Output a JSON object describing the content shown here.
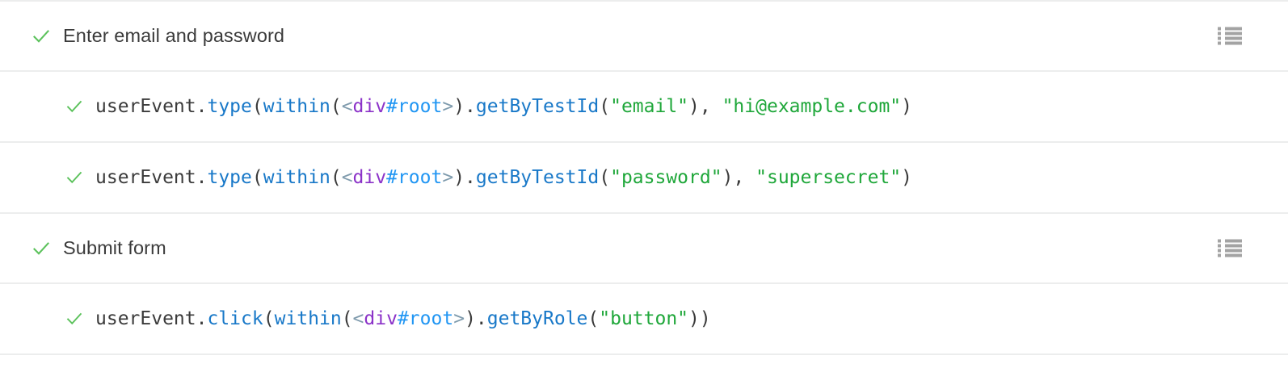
{
  "log": {
    "rows": [
      {
        "kind": "step",
        "status_icon": "check-icon",
        "title": "Enter email and password",
        "has_list_icon": true,
        "list_icon": "bulleted-list-icon"
      },
      {
        "kind": "code",
        "status_icon": "check-icon",
        "has_list_icon": false,
        "tokens": [
          {
            "t": "userEvent.",
            "c": "plain"
          },
          {
            "t": "type",
            "c": "fn"
          },
          {
            "t": "(",
            "c": "plain"
          },
          {
            "t": "within",
            "c": "fn"
          },
          {
            "t": "(",
            "c": "plain"
          },
          {
            "t": "<",
            "c": "bracket"
          },
          {
            "t": "div",
            "c": "tag"
          },
          {
            "t": "#root",
            "c": "id"
          },
          {
            "t": ">",
            "c": "bracket"
          },
          {
            "t": ").",
            "c": "plain"
          },
          {
            "t": "getByTestId",
            "c": "fn"
          },
          {
            "t": "(",
            "c": "plain"
          },
          {
            "t": "\"email\"",
            "c": "str"
          },
          {
            "t": "), ",
            "c": "plain"
          },
          {
            "t": "\"hi@example.com\"",
            "c": "str"
          },
          {
            "t": ")",
            "c": "plain"
          }
        ],
        "plain_text": "userEvent.type(within(<div#root>).getByTestId(\"email\"), \"hi@example.com\")"
      },
      {
        "kind": "code",
        "status_icon": "check-icon",
        "has_list_icon": false,
        "tokens": [
          {
            "t": "userEvent.",
            "c": "plain"
          },
          {
            "t": "type",
            "c": "fn"
          },
          {
            "t": "(",
            "c": "plain"
          },
          {
            "t": "within",
            "c": "fn"
          },
          {
            "t": "(",
            "c": "plain"
          },
          {
            "t": "<",
            "c": "bracket"
          },
          {
            "t": "div",
            "c": "tag"
          },
          {
            "t": "#root",
            "c": "id"
          },
          {
            "t": ">",
            "c": "bracket"
          },
          {
            "t": ").",
            "c": "plain"
          },
          {
            "t": "getByTestId",
            "c": "fn"
          },
          {
            "t": "(",
            "c": "plain"
          },
          {
            "t": "\"password\"",
            "c": "str"
          },
          {
            "t": "), ",
            "c": "plain"
          },
          {
            "t": "\"supersecret\"",
            "c": "str"
          },
          {
            "t": ")",
            "c": "plain"
          }
        ],
        "plain_text": "userEvent.type(within(<div#root>).getByTestId(\"password\"), \"supersecret\")"
      },
      {
        "kind": "step",
        "status_icon": "check-icon",
        "title": "Submit form",
        "has_list_icon": true,
        "list_icon": "bulleted-list-icon"
      },
      {
        "kind": "code",
        "status_icon": "check-icon",
        "has_list_icon": false,
        "tokens": [
          {
            "t": "userEvent.",
            "c": "plain"
          },
          {
            "t": "click",
            "c": "fn"
          },
          {
            "t": "(",
            "c": "plain"
          },
          {
            "t": "within",
            "c": "fn"
          },
          {
            "t": "(",
            "c": "plain"
          },
          {
            "t": "<",
            "c": "bracket"
          },
          {
            "t": "div",
            "c": "tag"
          },
          {
            "t": "#root",
            "c": "id"
          },
          {
            "t": ">",
            "c": "bracket"
          },
          {
            "t": ").",
            "c": "plain"
          },
          {
            "t": "getByRole",
            "c": "fn"
          },
          {
            "t": "(",
            "c": "plain"
          },
          {
            "t": "\"button\"",
            "c": "str"
          },
          {
            "t": "))",
            "c": "plain"
          }
        ],
        "plain_text": "userEvent.click(within(<div#root>).getByRole(\"button\"))"
      }
    ]
  },
  "colors": {
    "check_green": "#5cc25c",
    "text_dark": "#3b3b3b",
    "function_blue": "#1878c8",
    "identifier_blue": "#2196f3",
    "tag_purple": "#8b32c8",
    "bracket_gray": "#7f9bad",
    "string_green": "#1fa73a",
    "divider": "#eceded",
    "icon_gray": "#a3a3a3",
    "background": "#ffffff"
  }
}
